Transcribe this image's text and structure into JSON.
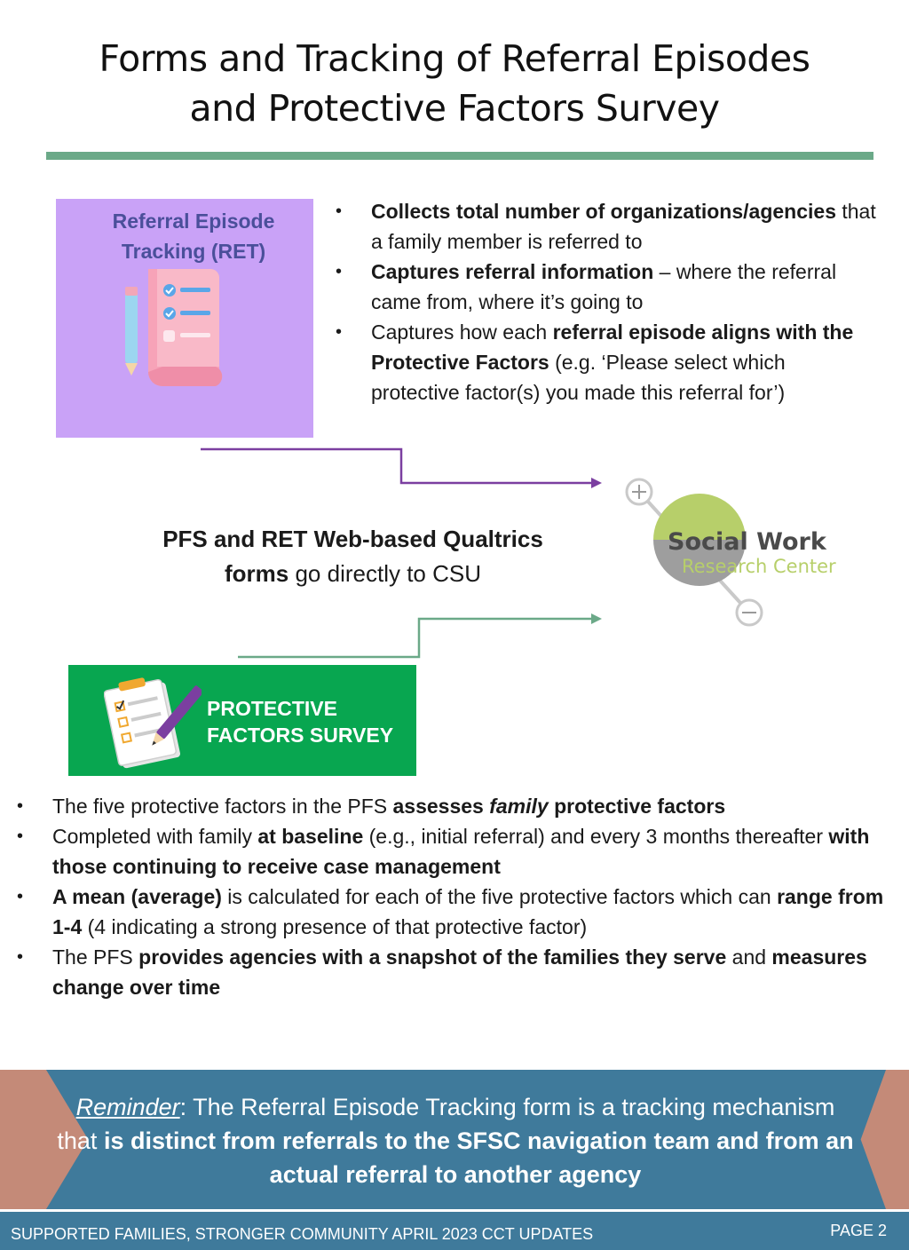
{
  "title": {
    "line1": "Forms and Tracking of Referral Episodes",
    "line2": "and Protective Factors Survey"
  },
  "ret_card": {
    "label_line1": "Referral Episode",
    "label_line2": "Tracking (RET)",
    "icon": "checklist-scroll-icon"
  },
  "ret_bullets": [
    {
      "b1": "Collects total number of organizations/agencies",
      "t1": " that a family member is referred to"
    },
    {
      "b1": "Captures referral information",
      "t1": " – where the referral came from, where it’s going to"
    },
    {
      "t0": "Captures how each ",
      "b1": "referral episode aligns with the Protective Factors",
      "t1": " (e.g. ‘Please select which protective factor(s) you made this referral for’)"
    }
  ],
  "center": {
    "bold": "PFS and RET Web-based Qualtrics forms",
    "normal": " go directly to CSU"
  },
  "logo": {
    "line1": "Social Work",
    "line2": "Research Center"
  },
  "pfs_card": {
    "label_line1": "PROTECTIVE",
    "label_line2": "FACTORS SURVEY",
    "icon": "survey-clipboard-icon"
  },
  "pfs_bullets": [
    {
      "t0": "The five protective factors in the PFS ",
      "b1": "assesses ",
      "bi": "family",
      "b2": " protective factors"
    },
    {
      "t0": "Completed with family ",
      "b1": "at baseline",
      "t1": " (e.g., initial referral) and every 3 months thereafter ",
      "b2": "with those continuing to receive case management"
    },
    {
      "b1": "A mean (average)",
      "t1": " is calculated for each of the five protective factors which can ",
      "b2": "range from 1-4",
      "t2": " (4 indicating a strong presence of that protective factor)"
    },
    {
      "t0": "The PFS ",
      "b1": "provides agencies with a snapshot of the families they serve",
      "t1": " and ",
      "b2": "measures change over time"
    }
  ],
  "reminder": {
    "label": "Reminder",
    "normal": ": The Referral Episode Tracking form is a tracking mechanism that ",
    "bold": "is distinct from referrals to the SFSC navigation team and from an actual referral to another agency"
  },
  "footer": {
    "left": "SUPPORTED FAMILIES, STRONGER COMMUNITY APRIL 2023 CCT UPDATES",
    "right": "PAGE 2"
  },
  "colors": {
    "title_rule": "#6ba988",
    "ret_card_bg": "#c9a2f7",
    "pfs_card_bg": "#08a650",
    "arrow_purple": "#7b3fa0",
    "arrow_teal": "#6ba988",
    "banner_bg": "#3f7a9b",
    "banner_side": "#c48a78"
  }
}
